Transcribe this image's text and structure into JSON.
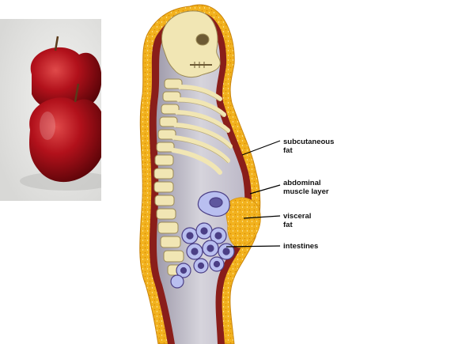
{
  "labels": {
    "subcutaneous_fat": "subcutaneous\nfat",
    "abdominal_muscle": "abdominal\nmuscle layer",
    "visceral_fat": "visceral\nfat",
    "intestines": "intestines"
  },
  "colors": {
    "fat": "#f2b21e",
    "muscle": "#8a1e1a",
    "bone": "#f1e6b4",
    "organ": "#b9bff0",
    "cavity": "#c9c7d1",
    "apple": "#a5121c",
    "pear_green": "#a9c25a",
    "pear_orange": "#b86b1e"
  },
  "icons": {
    "left_image": "apples-photo",
    "right_image": "pears-photo"
  }
}
